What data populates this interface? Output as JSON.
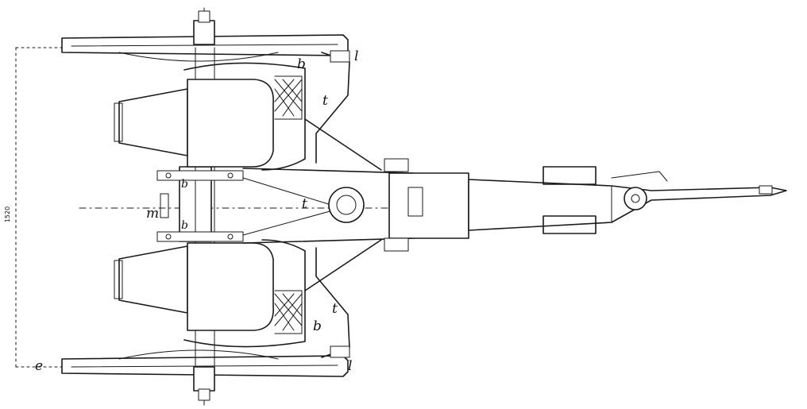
{
  "figure": {
    "dimension_label": "1520",
    "labels": {
      "b_upper": "b",
      "l_upper": "l",
      "t_upper": "t",
      "b_axle_top": "b",
      "b_axle_bottom": "b",
      "m": "m",
      "t_center": "t",
      "t_lower": "t",
      "b_lower": "b",
      "l_lower": "l",
      "e": "e"
    }
  }
}
